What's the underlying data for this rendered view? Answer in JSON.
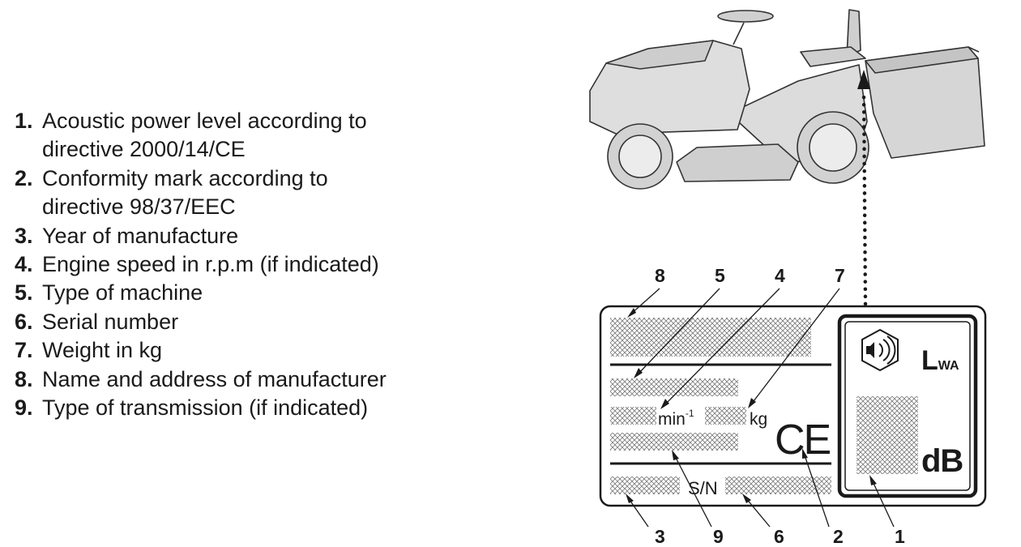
{
  "legend": [
    {
      "num": "1.",
      "lines": [
        "Acoustic power level according to",
        "directive 2000/14/CE"
      ]
    },
    {
      "num": "2.",
      "lines": [
        "Conformity mark according to",
        "directive 98/37/EEC"
      ]
    },
    {
      "num": "3.",
      "lines": [
        "Year of manufacture"
      ]
    },
    {
      "num": "4.",
      "lines": [
        "Engine speed in r.p.m (if indicated)"
      ]
    },
    {
      "num": "5.",
      "lines": [
        "Type of machine"
      ]
    },
    {
      "num": "6.",
      "lines": [
        "Serial number"
      ]
    },
    {
      "num": "7.",
      "lines": [
        "Weight in kg"
      ]
    },
    {
      "num": "8.",
      "lines": [
        "Name and address of manufacturer"
      ]
    },
    {
      "num": "9.",
      "lines": [
        "Type of transmission (if indicated)"
      ]
    }
  ],
  "plate": {
    "rpm_unit": "min",
    "rpm_exp": "-1",
    "weight_unit": "kg",
    "serial_label": "S/N",
    "ce_mark": "CE",
    "lwa_main": "L",
    "lwa_sub": "WA",
    "db_unit": "dB"
  },
  "callouts": {
    "top": [
      "8",
      "5",
      "4",
      "7"
    ],
    "bottom": [
      "3",
      "9",
      "6",
      "2",
      "1"
    ]
  }
}
